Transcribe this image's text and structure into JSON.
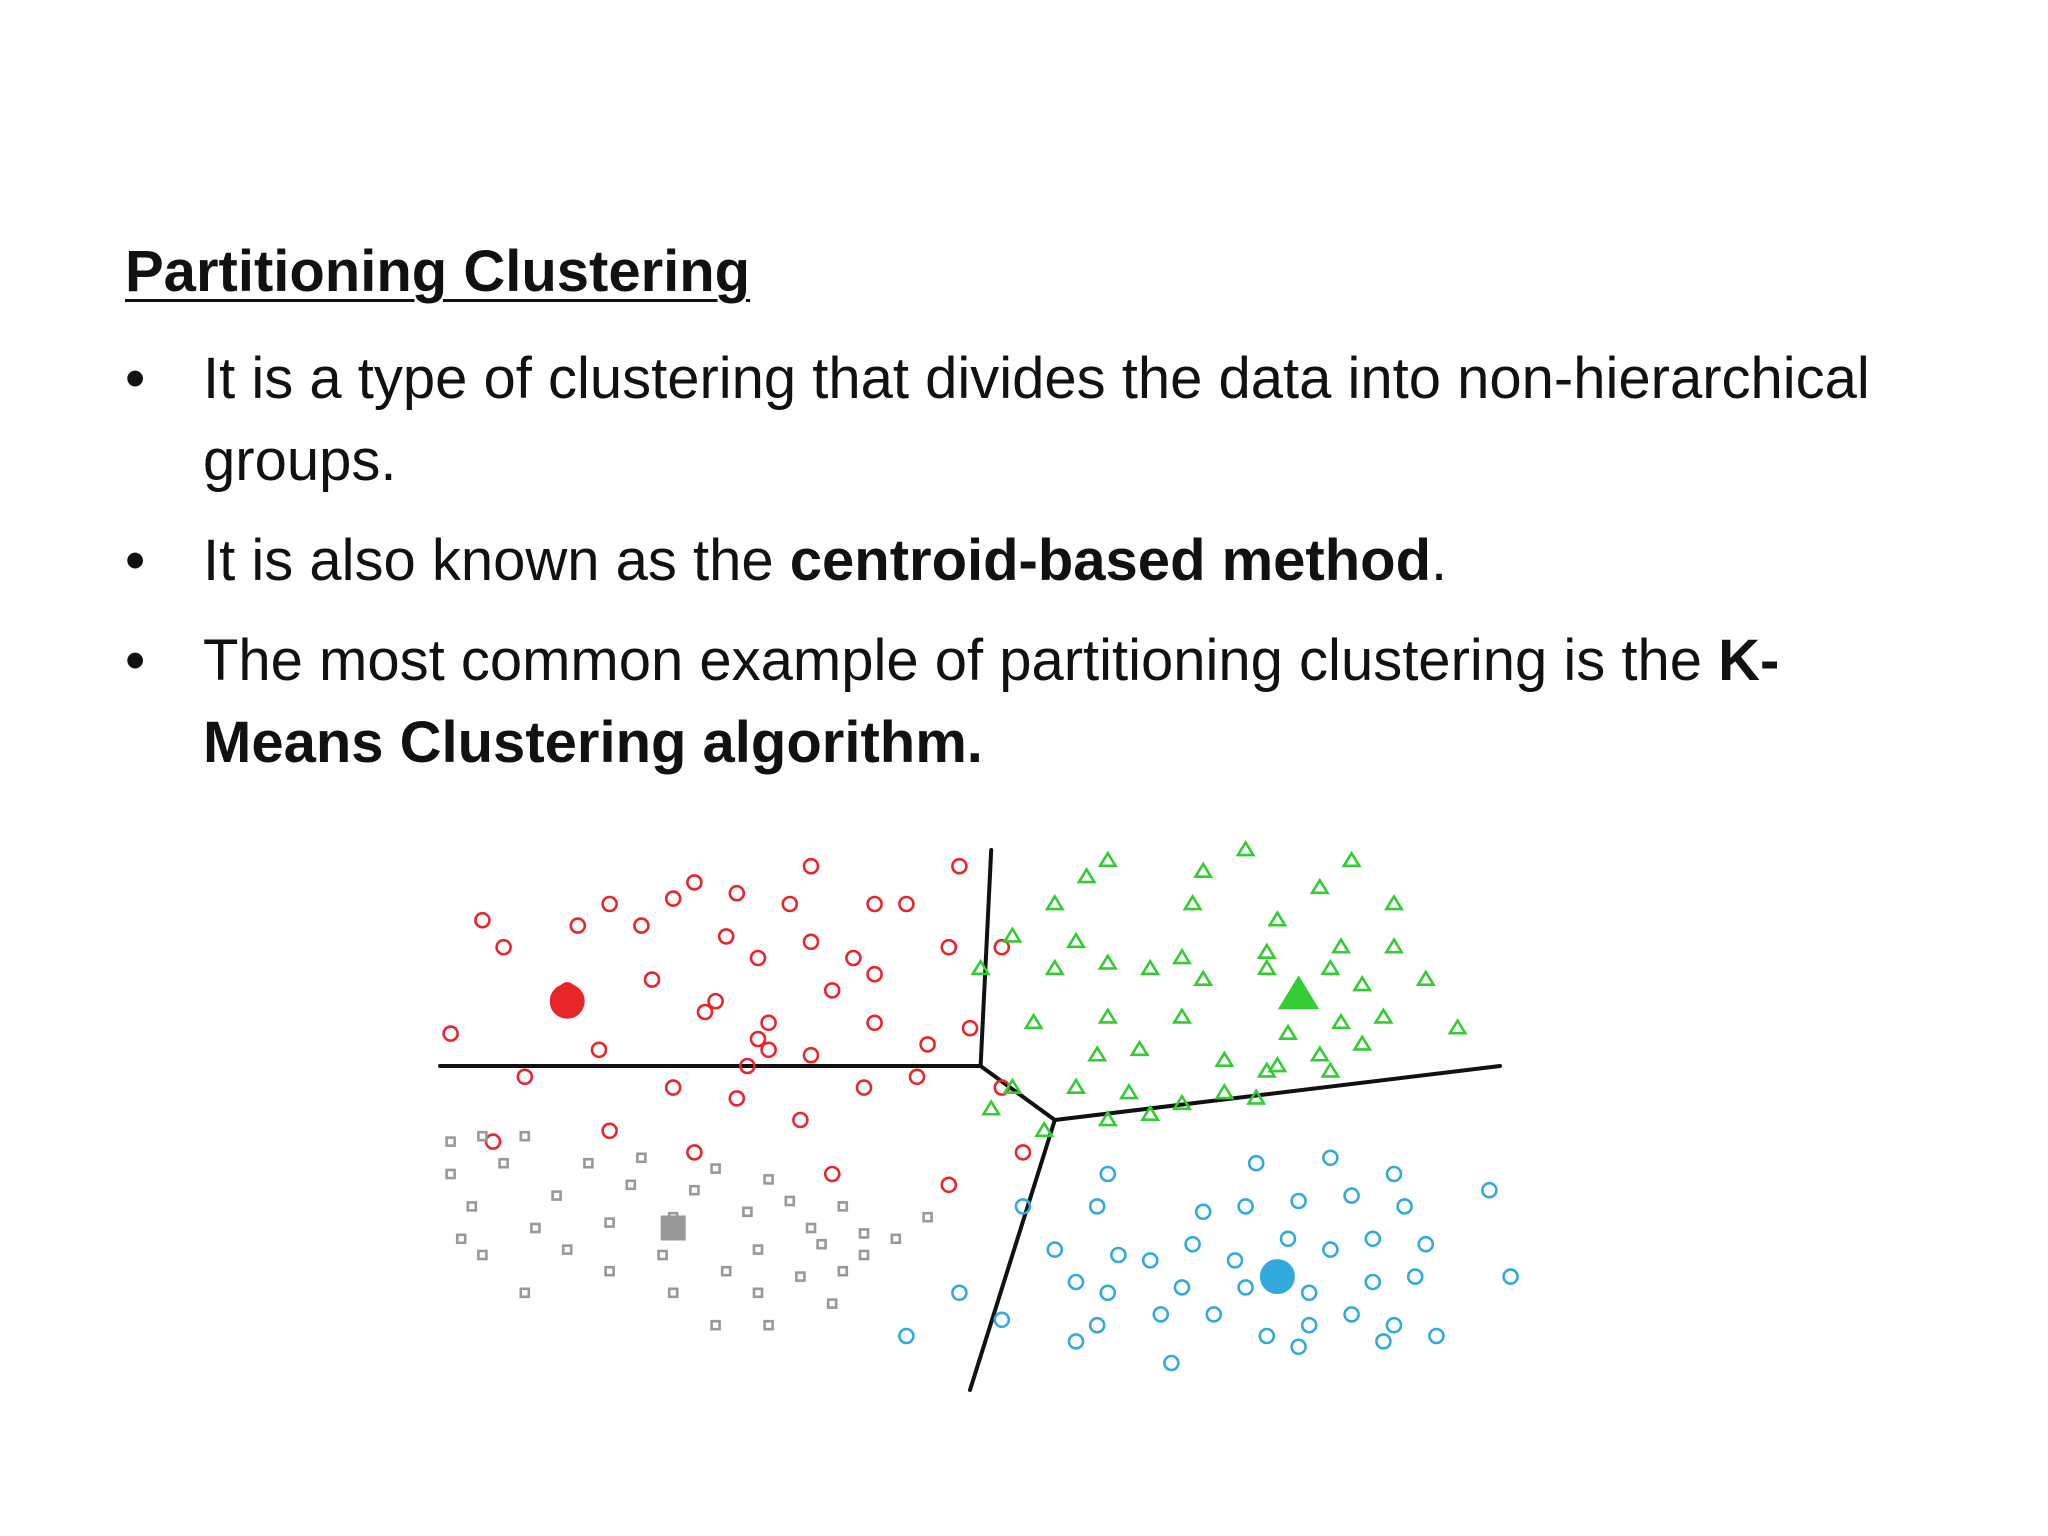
{
  "slide": {
    "heading": "Partitioning Clustering",
    "bullet_char": "•",
    "bullets": [
      {
        "text": "It is a type of clustering that divides the data into non-hierarchical groups."
      },
      {
        "pre": "It is also known as the ",
        "bold": "centroid-based method",
        "post": "."
      },
      {
        "pre": "The most common example of partitioning clustering is the ",
        "bold": "K-Means Clustering algorithm.",
        "post": ""
      }
    ]
  },
  "chart_data": {
    "type": "scatter",
    "description_visible": "",
    "clusters": [
      {
        "marker": "circle",
        "color": "#e8262a",
        "centroid": [
          12,
          28
        ],
        "points": [
          [
            35,
            3
          ],
          [
            24,
            6
          ],
          [
            49,
            3
          ],
          [
            4,
            13
          ],
          [
            16,
            10
          ],
          [
            22,
            9
          ],
          [
            28,
            8
          ],
          [
            33,
            10
          ],
          [
            41,
            10
          ],
          [
            44,
            10
          ],
          [
            6,
            18
          ],
          [
            13,
            14
          ],
          [
            19,
            14
          ],
          [
            27,
            16
          ],
          [
            30,
            20
          ],
          [
            35,
            17
          ],
          [
            39,
            20
          ],
          [
            41,
            23
          ],
          [
            48,
            18
          ],
          [
            53,
            18
          ],
          [
            1,
            34
          ],
          [
            12,
            26
          ],
          [
            20,
            24
          ],
          [
            26,
            28
          ],
          [
            31,
            32
          ],
          [
            37,
            26
          ],
          [
            41,
            32
          ],
          [
            46,
            36
          ],
          [
            50,
            33
          ],
          [
            8,
            42
          ],
          [
            15,
            37
          ],
          [
            22,
            44
          ],
          [
            28,
            46
          ],
          [
            34,
            50
          ],
          [
            40,
            44
          ],
          [
            45,
            42
          ],
          [
            53,
            44
          ],
          [
            5,
            54
          ],
          [
            16,
            52
          ],
          [
            24,
            56
          ],
          [
            37,
            60
          ],
          [
            48,
            62
          ],
          [
            55,
            56
          ],
          [
            25,
            30
          ],
          [
            30,
            35
          ],
          [
            35,
            38
          ],
          [
            31,
            37
          ],
          [
            29,
            40
          ]
        ]
      },
      {
        "marker": "triangle",
        "color": "#33cc33",
        "centroid": [
          81,
          27
        ],
        "points": [
          [
            63,
            2
          ],
          [
            76,
            0
          ],
          [
            86,
            2
          ],
          [
            61,
            5
          ],
          [
            72,
            4
          ],
          [
            83,
            7
          ],
          [
            58,
            10
          ],
          [
            71,
            10
          ],
          [
            79,
            13
          ],
          [
            90,
            10
          ],
          [
            54,
            16
          ],
          [
            60,
            17
          ],
          [
            70,
            20
          ],
          [
            78,
            19
          ],
          [
            85,
            18
          ],
          [
            90,
            18
          ],
          [
            51,
            22
          ],
          [
            58,
            22
          ],
          [
            63,
            21
          ],
          [
            67,
            22
          ],
          [
            72,
            24
          ],
          [
            78,
            22
          ],
          [
            84,
            22
          ],
          [
            87,
            25
          ],
          [
            93,
            24
          ],
          [
            56,
            32
          ],
          [
            63,
            31
          ],
          [
            70,
            31
          ],
          [
            80,
            34
          ],
          [
            85,
            32
          ],
          [
            89,
            31
          ],
          [
            96,
            33
          ],
          [
            62,
            38
          ],
          [
            66,
            37
          ],
          [
            74,
            39
          ],
          [
            79,
            40
          ],
          [
            83,
            38
          ],
          [
            87,
            36
          ],
          [
            54,
            44
          ],
          [
            60,
            44
          ],
          [
            65,
            45
          ],
          [
            70,
            47
          ],
          [
            74,
            45
          ],
          [
            78,
            41
          ],
          [
            84,
            41
          ],
          [
            57,
            52
          ],
          [
            63,
            50
          ],
          [
            67,
            49
          ],
          [
            77,
            46
          ],
          [
            52,
            48
          ]
        ]
      },
      {
        "marker": "square",
        "color": "#999999",
        "centroid": [
          22,
          70
        ],
        "points": [
          [
            1,
            54
          ],
          [
            4,
            53
          ],
          [
            8,
            53
          ],
          [
            1,
            60
          ],
          [
            6,
            58
          ],
          [
            14,
            58
          ],
          [
            19,
            57
          ],
          [
            26,
            59
          ],
          [
            31,
            61
          ],
          [
            3,
            66
          ],
          [
            11,
            64
          ],
          [
            18,
            62
          ],
          [
            24,
            63
          ],
          [
            33,
            65
          ],
          [
            38,
            66
          ],
          [
            2,
            72
          ],
          [
            9,
            70
          ],
          [
            16,
            69
          ],
          [
            22,
            68
          ],
          [
            29,
            67
          ],
          [
            35,
            70
          ],
          [
            40,
            71
          ],
          [
            4,
            75
          ],
          [
            12,
            74
          ],
          [
            21,
            75
          ],
          [
            30,
            74
          ],
          [
            36,
            73
          ],
          [
            40,
            75
          ],
          [
            43,
            72
          ],
          [
            16,
            78
          ],
          [
            27,
            78
          ],
          [
            34,
            79
          ],
          [
            38,
            78
          ],
          [
            8,
            82
          ],
          [
            22,
            82
          ],
          [
            30,
            82
          ],
          [
            37,
            84
          ],
          [
            26,
            88
          ],
          [
            31,
            88
          ],
          [
            46,
            68
          ]
        ]
      },
      {
        "marker": "circle",
        "color": "#33aadd",
        "centroid": [
          79,
          79
        ],
        "points": [
          [
            63,
            60
          ],
          [
            77,
            58
          ],
          [
            84,
            57
          ],
          [
            90,
            60
          ],
          [
            55,
            66
          ],
          [
            62,
            66
          ],
          [
            72,
            67
          ],
          [
            76,
            66
          ],
          [
            81,
            65
          ],
          [
            86,
            64
          ],
          [
            91,
            66
          ],
          [
            99,
            63
          ],
          [
            58,
            74
          ],
          [
            64,
            75
          ],
          [
            67,
            76
          ],
          [
            71,
            73
          ],
          [
            75,
            76
          ],
          [
            80,
            72
          ],
          [
            84,
            74
          ],
          [
            88,
            72
          ],
          [
            93,
            73
          ],
          [
            49,
            82
          ],
          [
            60,
            80
          ],
          [
            63,
            82
          ],
          [
            70,
            81
          ],
          [
            76,
            81
          ],
          [
            82,
            82
          ],
          [
            88,
            80
          ],
          [
            92,
            79
          ],
          [
            101,
            79
          ],
          [
            53,
            87
          ],
          [
            62,
            88
          ],
          [
            68,
            86
          ],
          [
            73,
            86
          ],
          [
            78,
            90
          ],
          [
            82,
            88
          ],
          [
            86,
            86
          ],
          [
            90,
            88
          ],
          [
            44,
            90
          ],
          [
            60,
            91
          ],
          [
            69,
            95
          ],
          [
            81,
            92
          ],
          [
            89,
            91
          ],
          [
            94,
            90
          ]
        ]
      }
    ],
    "xlim": [
      0,
      100
    ],
    "ylim": [
      0,
      100
    ],
    "boundaries": [
      {
        "from": [
          52,
          0
        ],
        "to": [
          51,
          40
        ]
      },
      {
        "from": [
          0,
          40
        ],
        "to": [
          51,
          40
        ]
      },
      {
        "from": [
          51,
          40
        ],
        "to": [
          58,
          50
        ]
      },
      {
        "from": [
          58,
          50
        ],
        "to": [
          100,
          40
        ]
      },
      {
        "from": [
          58,
          50
        ],
        "to": [
          50,
          100
        ]
      }
    ],
    "grid": false,
    "axes_visible": false
  }
}
